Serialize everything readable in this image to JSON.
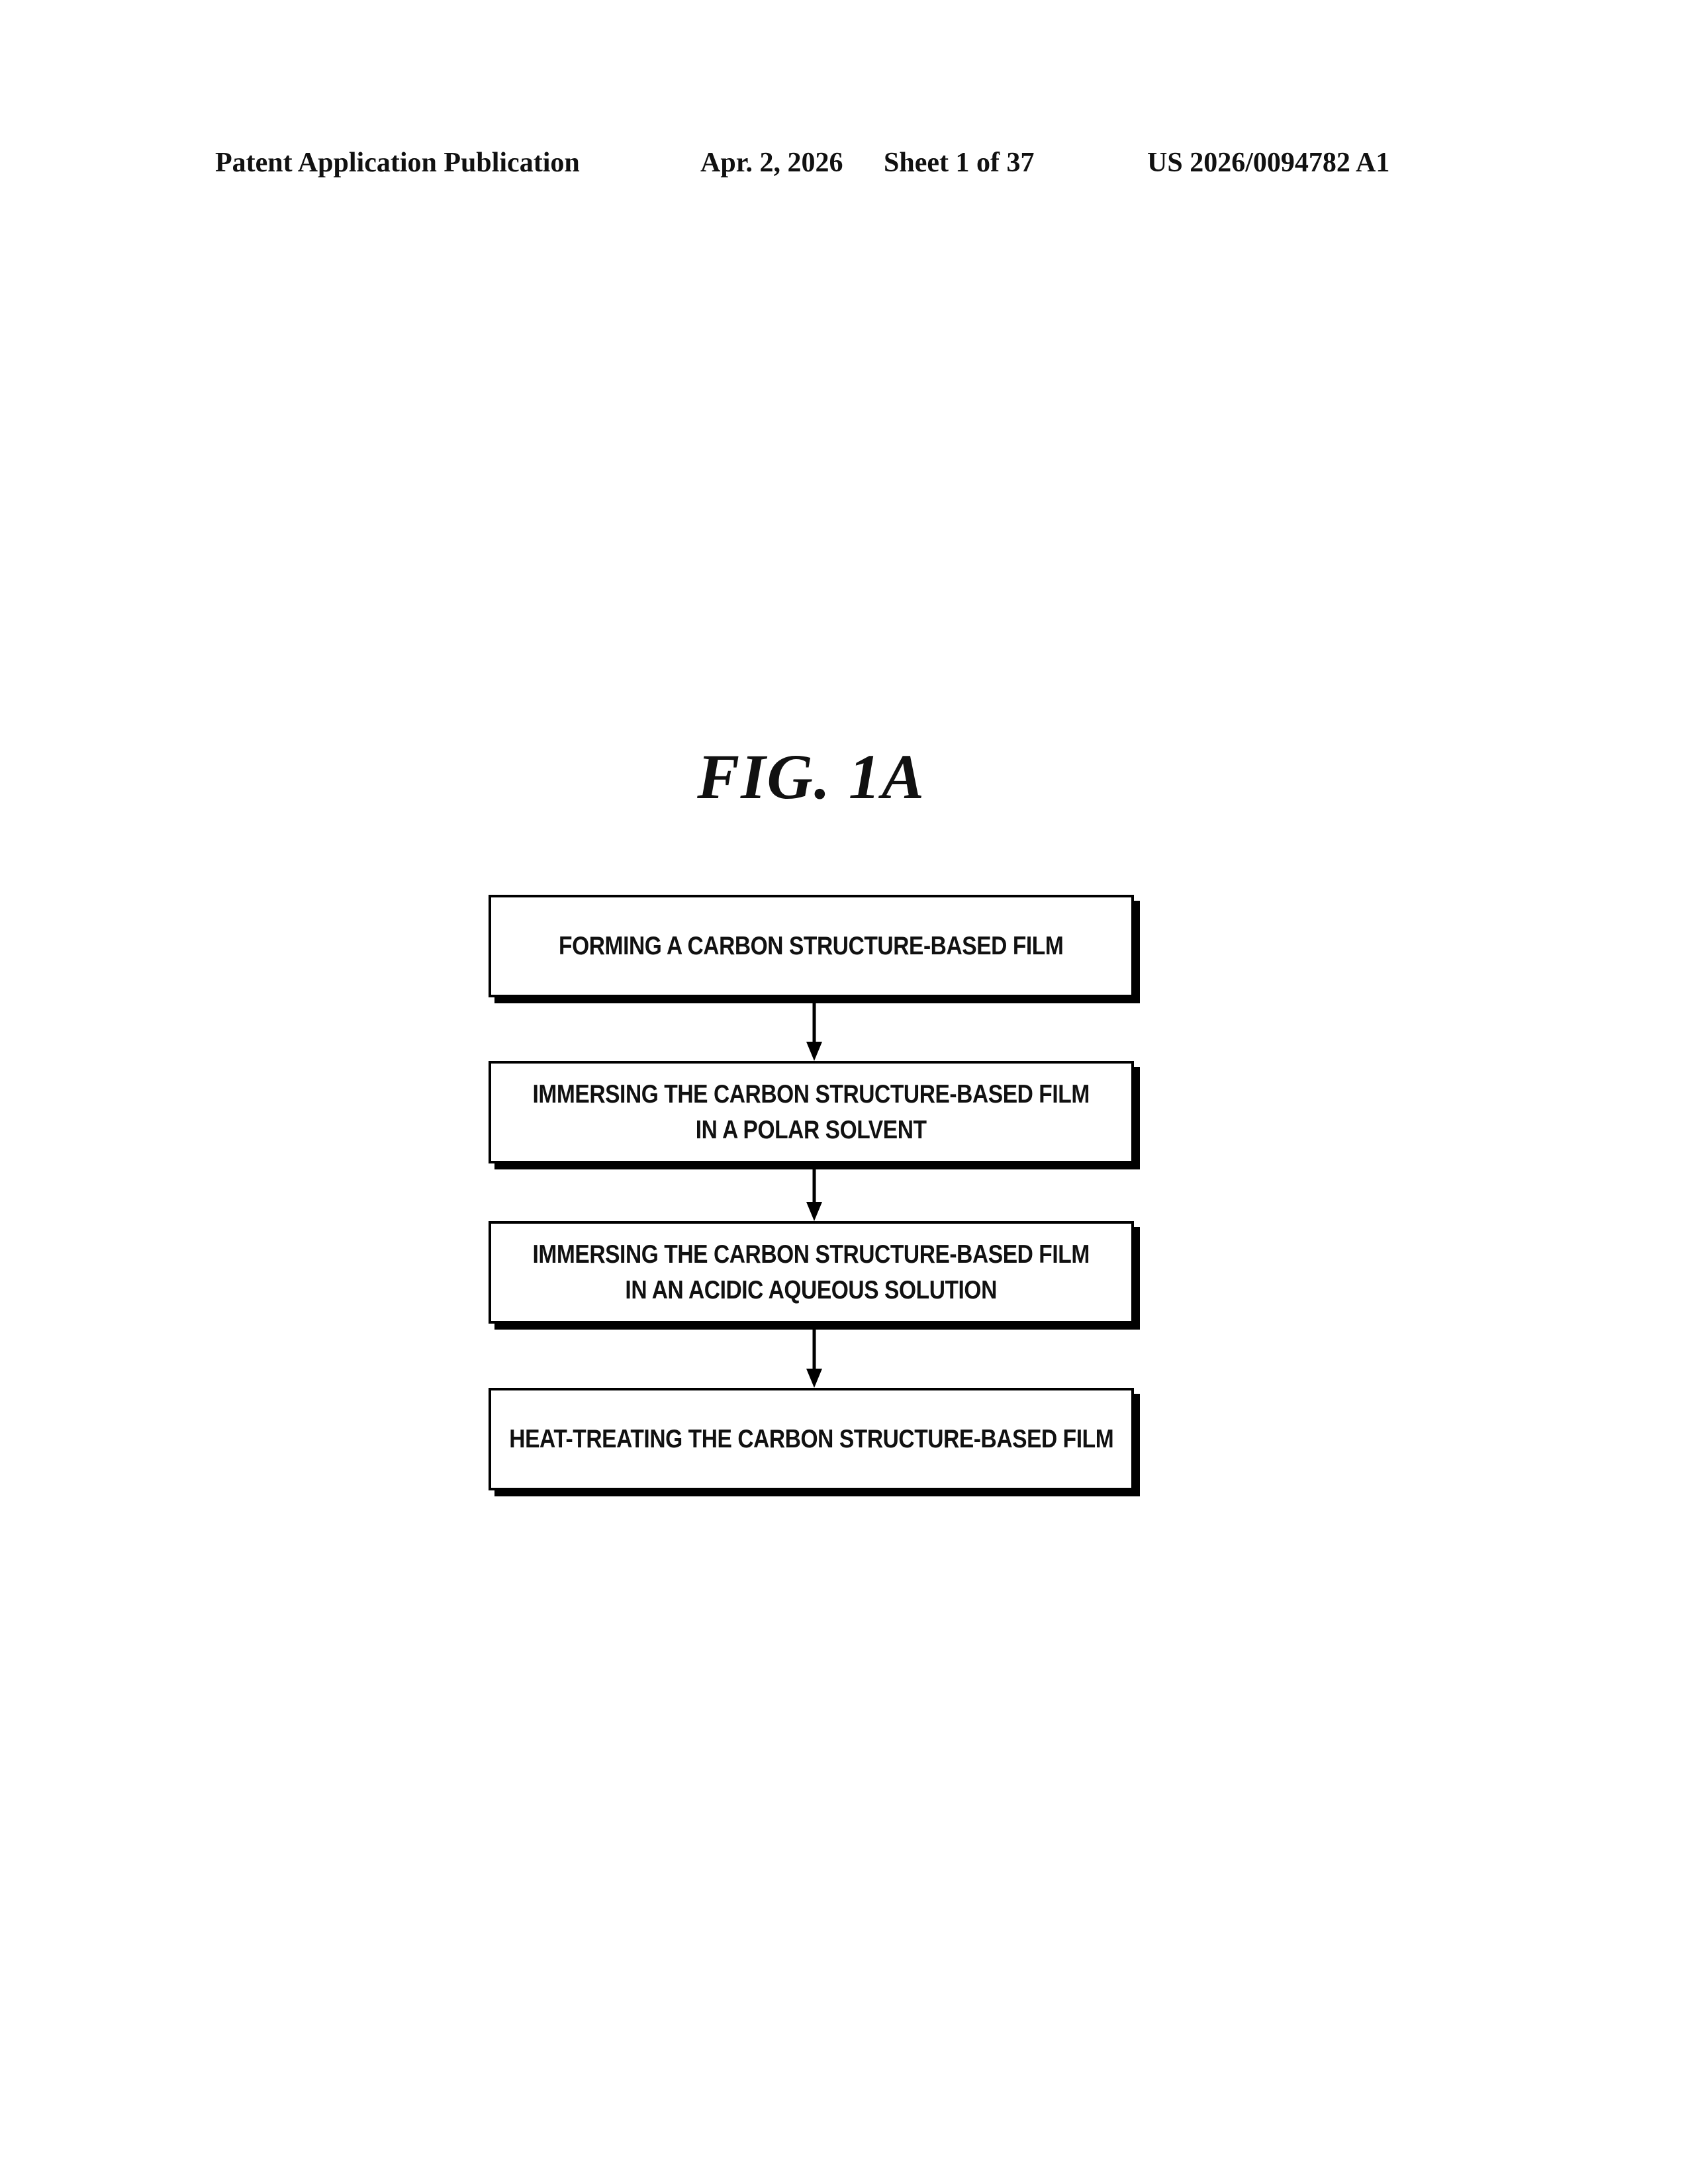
{
  "header": {
    "publication": "Patent Application Publication",
    "date": "Apr. 2, 2026",
    "sheet": "Sheet 1 of 37",
    "number": "US 2026/0094782 A1"
  },
  "figure": {
    "title": "FIG. 1A",
    "steps": [
      {
        "lines": [
          "FORMING A CARBON STRUCTURE-BASED FILM"
        ]
      },
      {
        "lines": [
          "IMMERSING THE CARBON STRUCTURE-BASED FILM",
          "IN A POLAR SOLVENT"
        ]
      },
      {
        "lines": [
          "IMMERSING THE CARBON STRUCTURE-BASED FILM",
          "IN AN ACIDIC AQUEOUS SOLUTION"
        ]
      },
      {
        "lines": [
          "HEAT-TREATING THE CARBON STRUCTURE-BASED FILM"
        ]
      }
    ]
  }
}
